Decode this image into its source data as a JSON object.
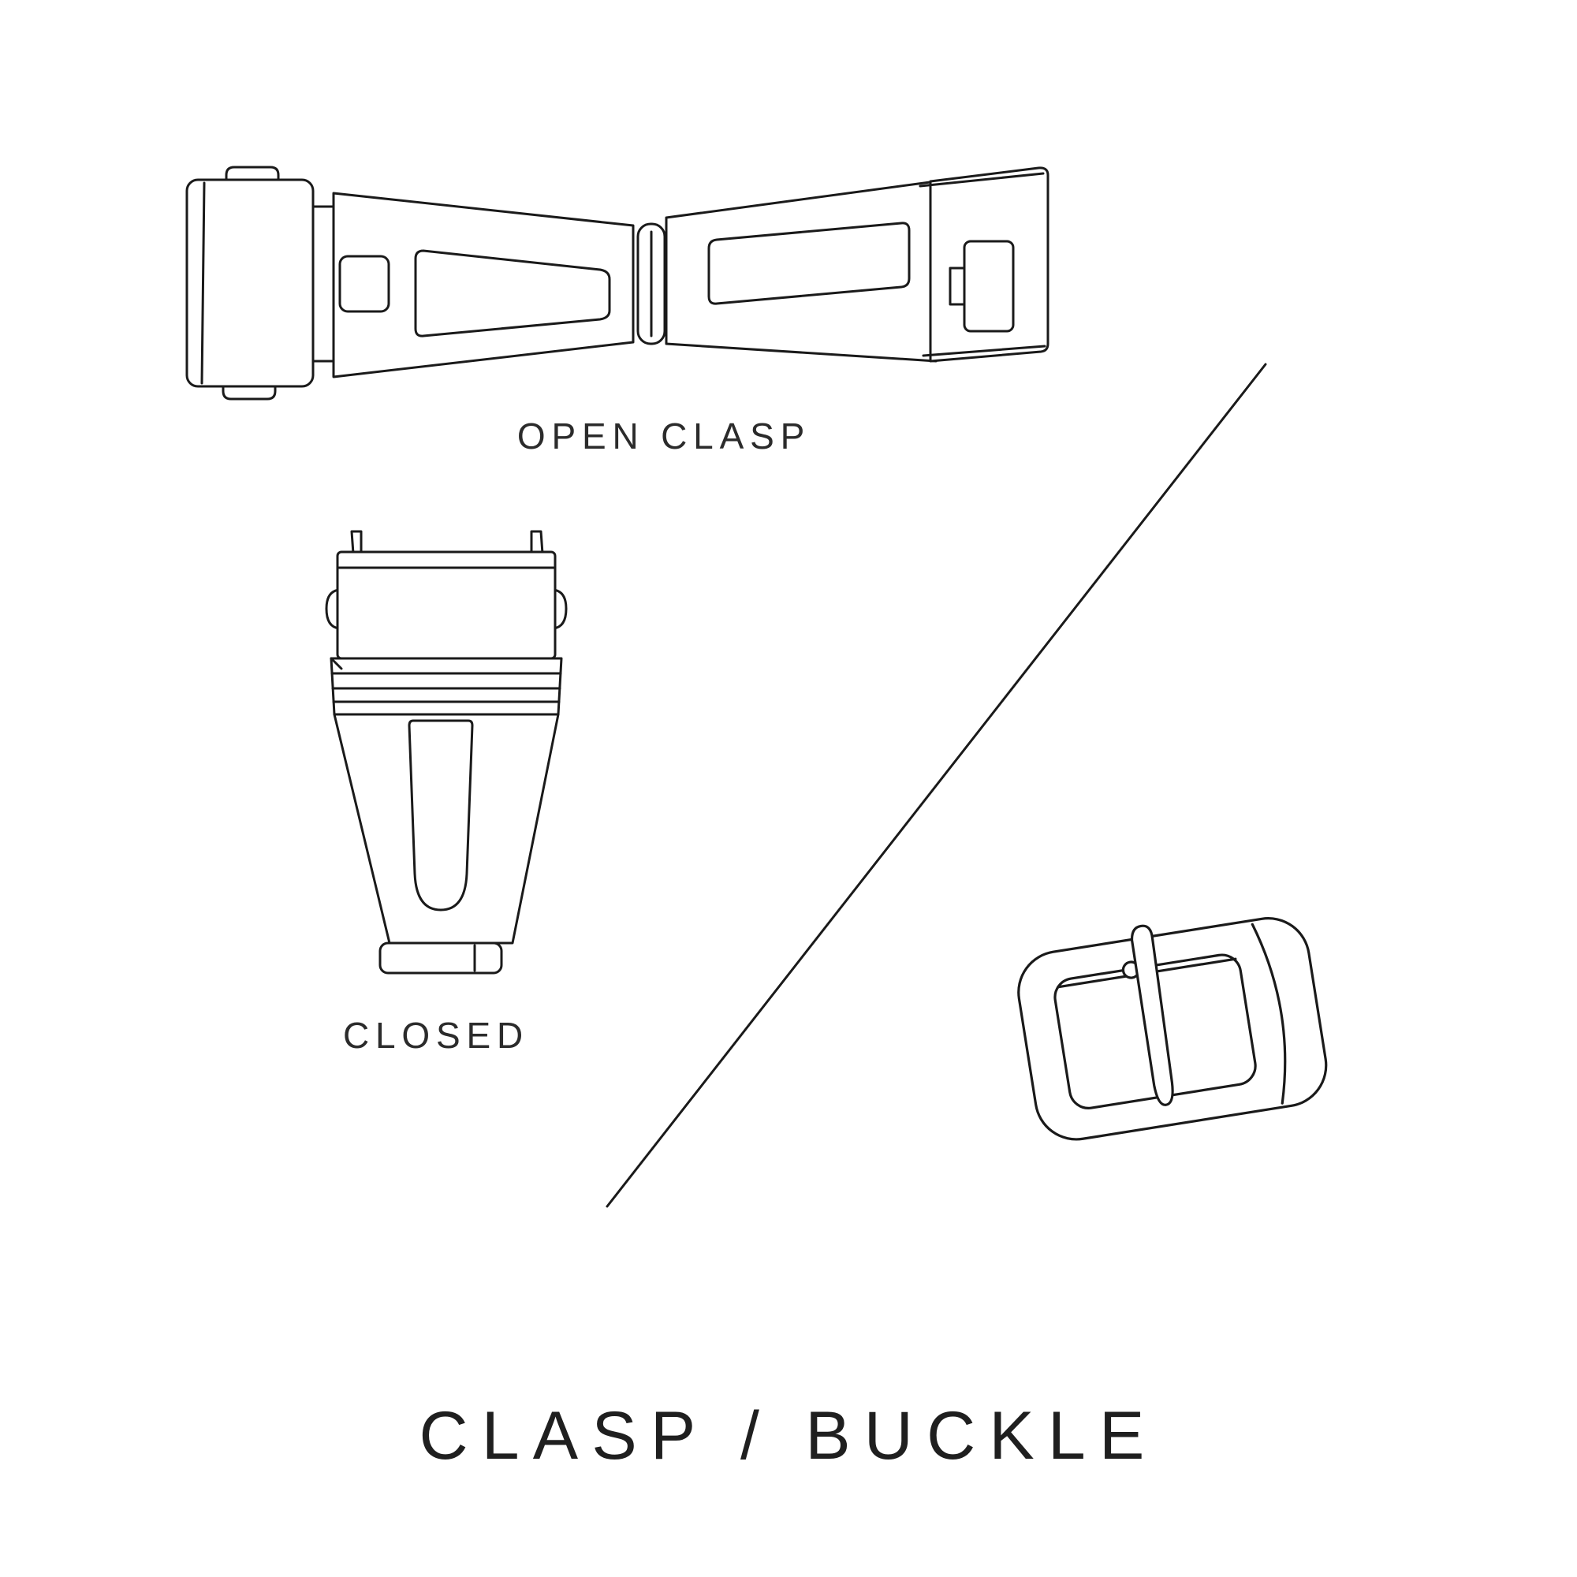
{
  "page": {
    "title": "CLASP / BUCKLE",
    "background": "#ffffff"
  },
  "labels": {
    "open_clasp": "OPEN CLASP",
    "closed": "CLOSED"
  },
  "colors": {
    "line": "#1a1a1a",
    "text": "#2b2b2b"
  },
  "figures": [
    {
      "name": "open-clasp-illustration",
      "caption": "OPEN CLASP"
    },
    {
      "name": "closed-clasp-illustration",
      "caption": "CLOSED"
    },
    {
      "name": "buckle-illustration",
      "caption": ""
    }
  ]
}
